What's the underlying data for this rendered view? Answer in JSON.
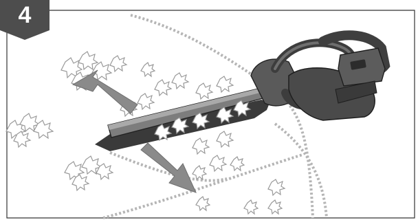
{
  "step": {
    "number": "4"
  },
  "icons": {
    "badge": "step-number-badge",
    "tool": "cordless-hedge-trimmer-icon",
    "arrow_up": "arrow-up-left-icon",
    "arrow_down": "arrow-down-right-icon",
    "hedge": "hedge-leaves-illustration"
  },
  "colors": {
    "badge": "#4d4d4d",
    "tool_dark": "#4a4a4a",
    "tool_mid": "#7a7a7a",
    "arrow": "#8a8a8a",
    "hedge_line": "#b5b5b5"
  }
}
